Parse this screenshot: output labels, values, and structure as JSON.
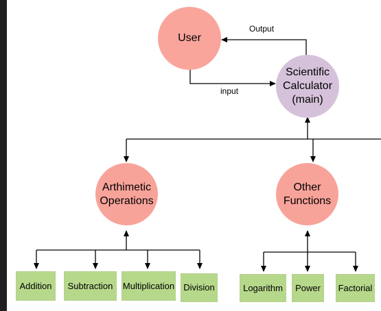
{
  "colors": {
    "user_fill": "#f9a59c",
    "main_fill": "#d5c2da",
    "operation_fill": "#f8a39a",
    "leaf_fill": "#b6d88b",
    "edge": "#000000"
  },
  "nodes": {
    "user": "User",
    "main": "Scientific\nCalculator\n(main)",
    "arithmetic": "Arthimetic\nOperations",
    "other": "Other\nFunctions",
    "addition": "Addition",
    "subtraction": "Subtraction",
    "multiplication": "Multiplication",
    "division": "Division",
    "logarithm": "Logarithm",
    "power": "Power",
    "factorial": "Factorial"
  },
  "edge_labels": {
    "output": "Output",
    "input": "input"
  }
}
